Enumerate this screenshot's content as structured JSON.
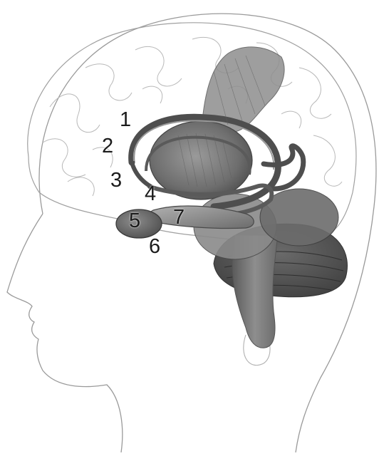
{
  "labels": [
    {
      "id": "1",
      "text": "1"
    },
    {
      "id": "2",
      "text": "2"
    },
    {
      "id": "3",
      "text": "3"
    },
    {
      "id": "4",
      "text": "4"
    },
    {
      "id": "5",
      "text": "5"
    },
    {
      "id": "6",
      "text": "6"
    },
    {
      "id": "7",
      "text": "7"
    }
  ],
  "colors": {
    "outline": "#8a8a8a",
    "shade_dark": "#4a4a4a",
    "shade_mid": "#7a7a7a",
    "shade_light": "#b5b5b5",
    "label": "#1b1b1b"
  }
}
